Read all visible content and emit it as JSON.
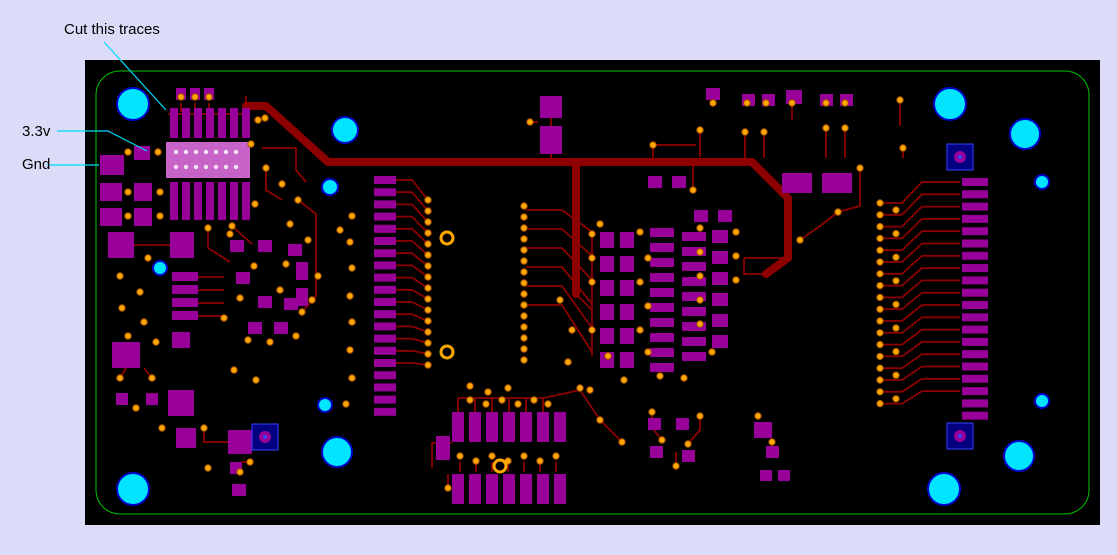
{
  "annotations": {
    "cut_traces": "Cut this traces",
    "rail_3v3": "3.3v",
    "rail_gnd": "Gnd"
  },
  "colors": {
    "background": "#dcdcf8",
    "board": "#000000",
    "board_outline": "#00c400",
    "trace": "#8e0000",
    "pad": "#990099",
    "socket": "#c863c8",
    "socket_pin": "#f4e2f4",
    "via": "#ffa800",
    "via_ring": "#a85400",
    "hole": "#00e4ff",
    "hole_ring": "#0000cc",
    "connector_body": "#000080",
    "connector_dot": "#3344ff",
    "leader": "#00dcff",
    "label_text": "#000000"
  }
}
